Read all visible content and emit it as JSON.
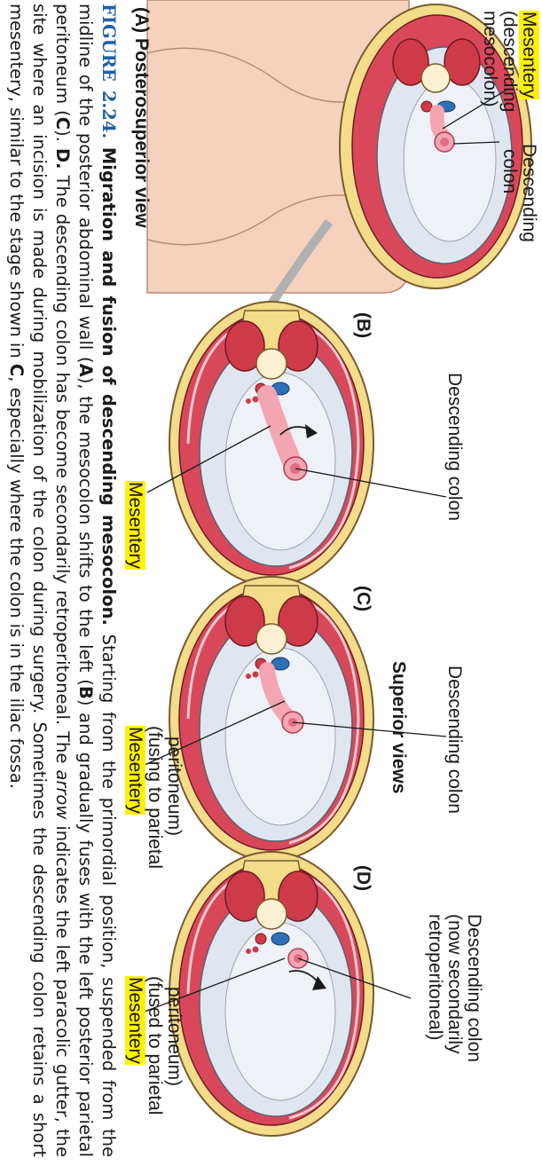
{
  "labels": {
    "a_mesentery": "Mesentery",
    "a_mesentery_sub1": "(descending",
    "a_mesentery_sub2": "mesocolon)",
    "a_colon1": "Descending",
    "a_colon2": "colon",
    "b_colon": "Descending colon",
    "b_mesentery": "Mesentery",
    "c_colon": "Descending colon",
    "c_mesentery": "Mesentery",
    "c_mesentery_sub1": "(fusing to parietal",
    "c_mesentery_sub2": "peritoneum)",
    "d_colon1": "Descending colon",
    "d_colon2": "(now secondarily",
    "d_colon3": "retroperitoneal)",
    "d_mesentery": "Mesentery",
    "d_mesentery_sub1": "(fused to parietal",
    "d_mesentery_sub2": "peritoneum)"
  },
  "panels": {
    "a": "(A) Posterosuperior view",
    "b": "(B)",
    "c": "(C)",
    "d": "(D)",
    "superior_views": "Superior views"
  },
  "caption": {
    "figure_number": "FIGURE 2.24.",
    "title": "Migration and fusion of descending mesocolon.",
    "t1": " Starting from the primordial position, suspended from the midline of the posterior abdominal wall (",
    "a": "A",
    "t2": "), the mesocolon shifts to the left (",
    "b": "B",
    "t3": ") and gradually fuses with the left posterior parietal peritoneum (",
    "c": "C",
    "t4": "). ",
    "d": "D.",
    "t5": " The descending colon has become secondarily retroperitoneal. The ",
    "arrow": "arrow",
    "t6": " indicates the left paracolic gutter, the site where an incision is made during mobilization of the colon during surgery. Sometimes the descending colon retains a short mesentery, similar to the stage shown in ",
    "c2": "C",
    "t7": ", especially where the colon is in the iliac fossa."
  },
  "colors": {
    "highlight": "#fff200",
    "figure_number": "#1f5fa8",
    "skin": "#f6d2be",
    "muscle": "#cf3a48",
    "fat": "#f3dc8a",
    "peritoneum": "#dfe6ef",
    "colon": "#f4a5b4"
  }
}
